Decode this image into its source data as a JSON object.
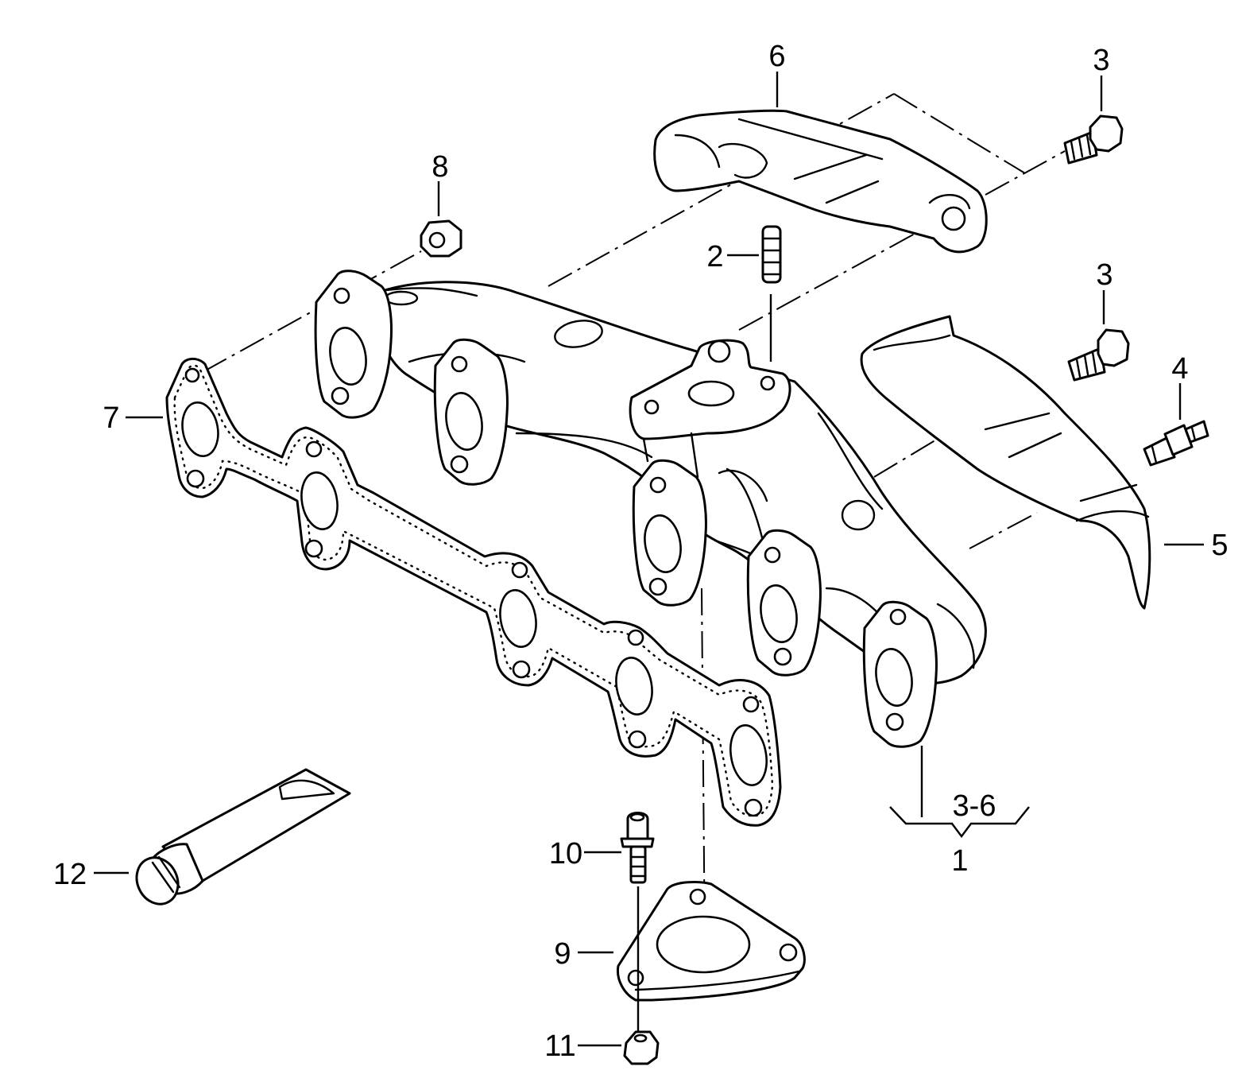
{
  "callouts": {
    "c1": "1",
    "c2": "2",
    "c3a": "3",
    "c3b": "3",
    "c3_6": "3-6",
    "c4": "4",
    "c5": "5",
    "c6": "6",
    "c7": "7",
    "c8": "8",
    "c9": "9",
    "c10": "10",
    "c11": "11",
    "c12": "12"
  },
  "colors": {
    "line": "#000000",
    "background": "#ffffff"
  }
}
